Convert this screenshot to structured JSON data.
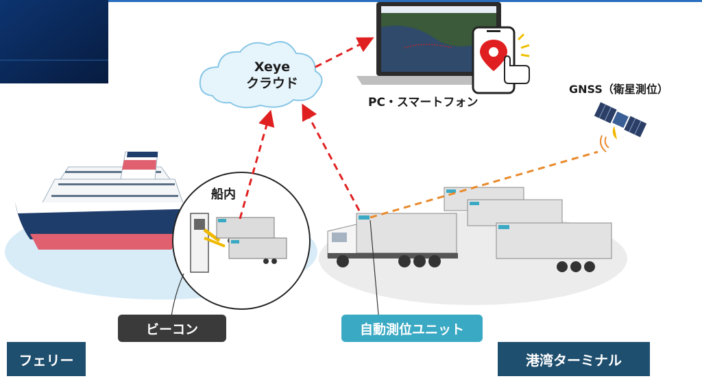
{
  "cloud": {
    "line1": "Xeye",
    "line2": "クラウド"
  },
  "devices_label": "PC・スマートフォン",
  "gnss_label": "GNSS（衛星測位）",
  "ship_interior_label": "船内",
  "beacon_label": "ビーコン",
  "unit_label": "自動測位ユニット",
  "ferry_label": "フェリー",
  "terminal_label": "港湾ターミナル",
  "colors": {
    "navy": "#0b2a5b",
    "dark_box": "#3a3a3a",
    "teal_box": "#3aa9c3",
    "terminal_box": "#1f4f6e",
    "red_arrow": "#e02020",
    "orange_link": "#e8892a",
    "ship_hull": "#1f3d6b",
    "ship_stripe": "#e06070",
    "sea": "#d8ecf8",
    "ground": "#ececec"
  },
  "icons": [
    "satellite-icon",
    "map-pin-icon",
    "hand-pointer-icon",
    "beacon-device-icon"
  ]
}
